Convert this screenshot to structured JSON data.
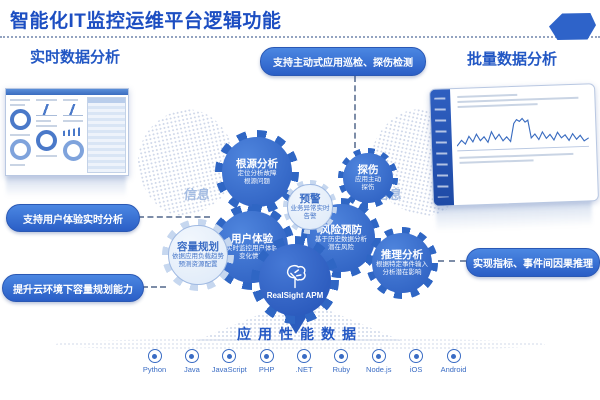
{
  "title": "智能化IT监控运维平台逻辑功能",
  "headers": {
    "left": "实时数据分析",
    "right": "批量数据分析"
  },
  "pills": {
    "top": "支持主动式应用巡检、探伤检测",
    "left_top": "支持用户体验实时分析",
    "left_bottom": "提升云环境下容量规划能力",
    "right": "实现指标、事件间因果推理"
  },
  "info_labels": {
    "left": "信息",
    "right": "信息"
  },
  "gears": [
    {
      "title": "根源分析",
      "sub1": "定位分析故障",
      "sub2": "根源问题"
    },
    {
      "title": "预警",
      "sub1": "业务异常实时",
      "sub2": "告警"
    },
    {
      "title": "探伤",
      "sub1": "应用主动",
      "sub2": "探伤"
    },
    {
      "title": "用户体验",
      "sub1": "实时监控用户体验",
      "sub2": "变化情况"
    },
    {
      "title": "风险预防",
      "sub1": "基于历史数据分析",
      "sub2": "潜在风险"
    },
    {
      "title": "推理分析",
      "sub1": "根据特定事件输入",
      "sub2": "分析潜在影响"
    },
    {
      "title": "容量规划",
      "sub1": "依据应用负载趋势",
      "sub2": "预测资源配置"
    }
  ],
  "hub": {
    "product": "RealSight APM",
    "icon": "brain-icon"
  },
  "banner": "应用性能数据",
  "tech_stack": [
    "Python",
    "Java",
    "JavaScript",
    "PHP",
    ".NET",
    "Ruby",
    "Node.js",
    "iOS",
    "Android"
  ],
  "colors": {
    "accent_blue": "#2257c4",
    "gear_blue": "#2f66c4",
    "pill_blue": "#2e63c9",
    "light_gear": "#dce8f8"
  }
}
